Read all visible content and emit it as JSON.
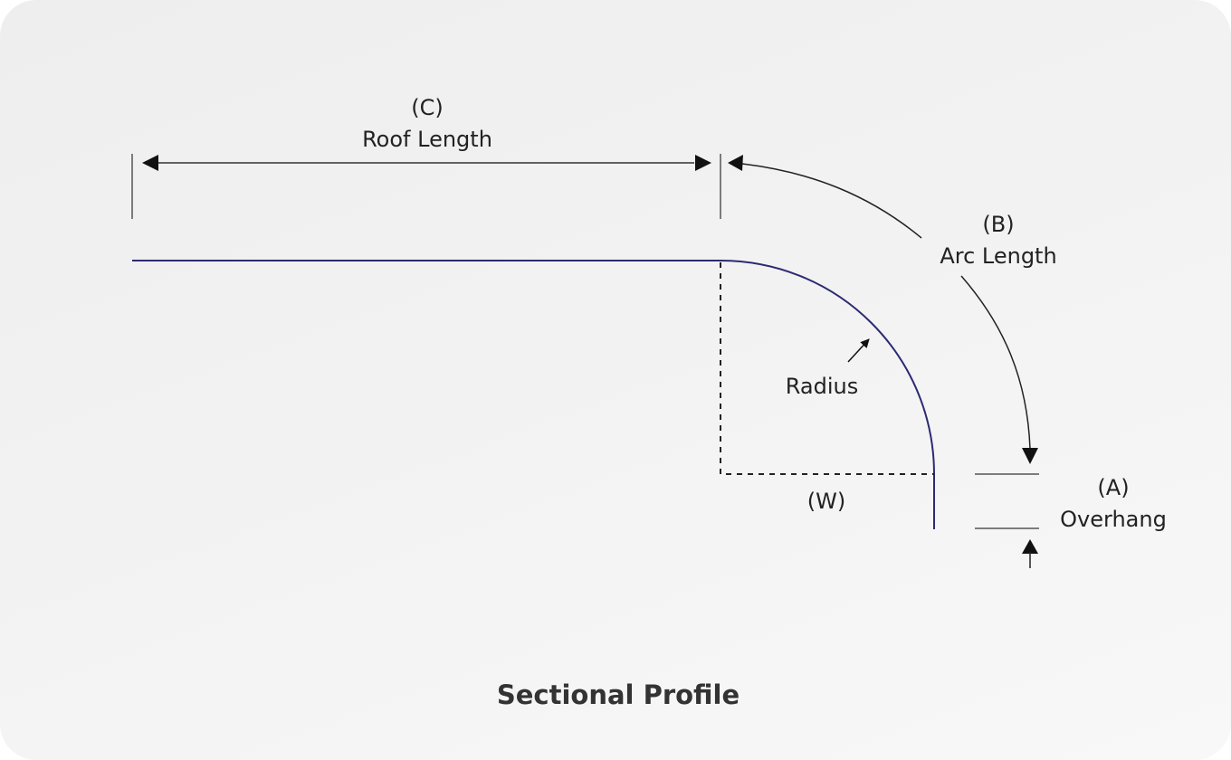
{
  "diagram": {
    "title": "Sectional Profile",
    "labels": {
      "roof_length_code": "(C)",
      "roof_length": "Roof Length",
      "arc_length_code": "(B)",
      "arc_length": "Arc Length",
      "radius": "Radius",
      "width_code": "(W)",
      "overhang_code": "(A)",
      "overhang": "Overhang"
    },
    "colors": {
      "profile_line": "#2b2a72",
      "dimension_line": "#555555",
      "arrow": "#111111",
      "card_background": "#f1f1f1"
    }
  }
}
